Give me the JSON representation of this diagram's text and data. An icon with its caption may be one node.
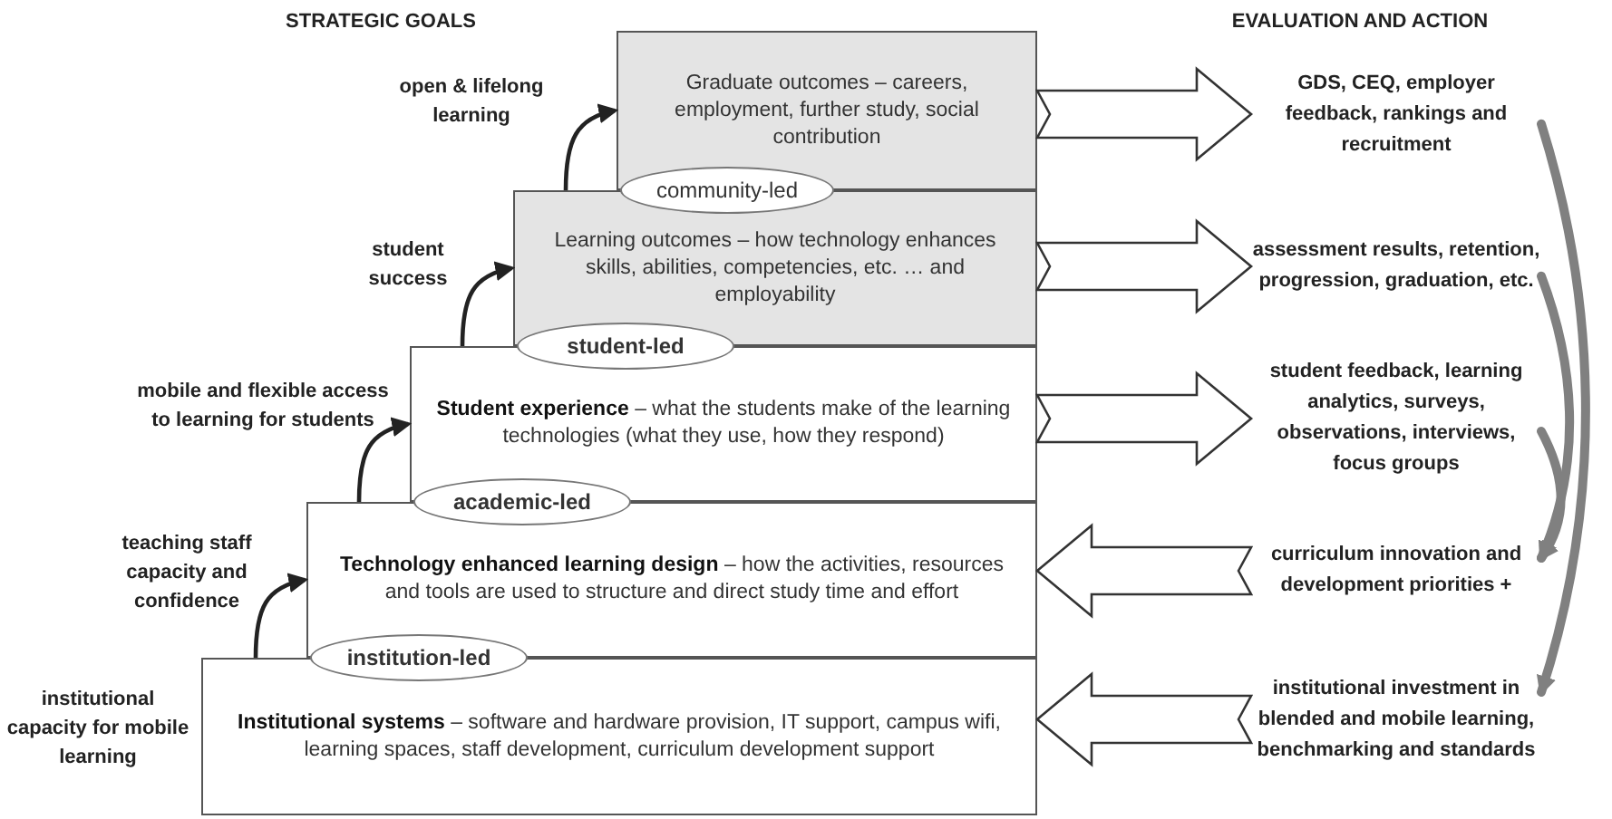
{
  "diagram": {
    "nodes": [
      {
        "text": [
          "Graduate outcomes – careers, employment, further study, social contribution"
        ],
        "beside": [
          "open & lifelong learning"
        ]
      },
      {
        "text": [
          "community-led"
        ]
      },
      {
        "text": [
          "Learning outcomes – how technology enhances skills, abilities, competencies, etc. … and employability"
        ],
        "beside": [
          "student success"
        ]
      },
      {
        "text": [
          "student-led"
        ]
      },
      {
        "text": [
          "**Student experience** – what the students make of the learning technologies (what they use, how they respond)"
        ],
        "beside": [
          "mobile and flexible access to learning for students"
        ]
      },
      {
        "text": [
          "academic-led"
        ]
      },
      {
        "text": [
          "**Technology enhanced learning design** – how the activities, resources and tools are used to structure and direct study time and effort"
        ],
        "beside": [
          "teaching staff capacity and confidence"
        ]
      },
      {
        "text": [
          "institution-led"
        ]
      },
      {
        "text": [
          "**Institutional systems** – software and hardware provision, IT support, campus wifi, learning spaces, staff development, curriculum development support"
        ],
        "beside": [
          "institutional capacity for mobile learning"
        ]
      },
      {
        "text": [
          "GDS, CEQ, employer feedback, rankings and recruitment"
        ]
      },
      {
        "text": [
          "assessment results, retention, progression, graduation, etc."
        ]
      },
      {
        "text": [
          "student feedback, learning analytics, surveys, observations, interviews, focus groups"
        ]
      },
      {
        "text": [
          "curriculum innovation and development priorities +"
        ]
      },
      {
        "text": [
          "institutional investment in blended and mobile learning, benchmarking and standards"
        ]
      }
    ],
    "edges": [
      {
        "from": 8,
        "to": 6,
        "arrow": "to"
      },
      {
        "from": 6,
        "to": 4,
        "arrow": "to"
      },
      {
        "from": 4,
        "to": 2,
        "arrow": "to"
      },
      {
        "from": 2,
        "to": 0,
        "arrow": "to"
      },
      {
        "from": 0,
        "to": 9,
        "arrow": "to",
        "style": "thick"
      },
      {
        "from": 2,
        "to": 10,
        "arrow": "to",
        "style": "thick"
      },
      {
        "from": 4,
        "to": 11,
        "arrow": "to",
        "style": "thick"
      },
      {
        "from": 12,
        "to": 6,
        "arrow": "to",
        "style": "thick"
      },
      {
        "from": 13,
        "to": 8,
        "arrow": "to",
        "style": "thick"
      },
      {
        "from": 9,
        "to": 13,
        "arrow": "to",
        "style": "thick",
        "color": "#808080"
      },
      {
        "from": 10,
        "to": 12,
        "arrow": "to",
        "style": "thick",
        "color": "#808080"
      },
      {
        "from": 11,
        "to": 12,
        "arrow": "to",
        "style": "thick",
        "color": "#808080"
      }
    ],
    "labels": [
      "STRATEGIC GOALS",
      "EVALUATION AND ACTION"
    ]
  }
}
